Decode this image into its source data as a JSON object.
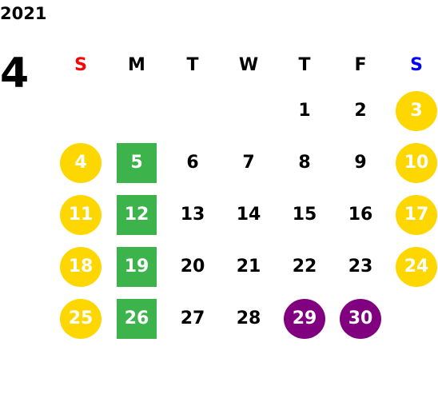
{
  "year": "2021",
  "month": "4",
  "weekdays": [
    {
      "label": "S",
      "color": "#ff0000"
    },
    {
      "label": "M",
      "color": "#000000"
    },
    {
      "label": "T",
      "color": "#000000"
    },
    {
      "label": "W",
      "color": "#000000"
    },
    {
      "label": "T",
      "color": "#000000"
    },
    {
      "label": "F",
      "color": "#000000"
    },
    {
      "label": "S",
      "color": "#0000ff"
    }
  ],
  "colors": {
    "weekend": "#ffd700",
    "monday_highlight": "#3cb44b",
    "special": "#800080"
  },
  "weeks": [
    [
      null,
      null,
      null,
      null,
      {
        "day": "1"
      },
      {
        "day": "2"
      },
      {
        "day": "3",
        "mark": "circle",
        "style": "weekend"
      }
    ],
    [
      {
        "day": "4",
        "mark": "circle",
        "style": "weekend"
      },
      {
        "day": "5",
        "mark": "square",
        "style": "monday_highlight"
      },
      {
        "day": "6"
      },
      {
        "day": "7"
      },
      {
        "day": "8"
      },
      {
        "day": "9"
      },
      {
        "day": "10",
        "mark": "circle",
        "style": "weekend"
      }
    ],
    [
      {
        "day": "11",
        "mark": "circle",
        "style": "weekend"
      },
      {
        "day": "12",
        "mark": "square",
        "style": "monday_highlight"
      },
      {
        "day": "13"
      },
      {
        "day": "14"
      },
      {
        "day": "15"
      },
      {
        "day": "16"
      },
      {
        "day": "17",
        "mark": "circle",
        "style": "weekend"
      }
    ],
    [
      {
        "day": "18",
        "mark": "circle",
        "style": "weekend"
      },
      {
        "day": "19",
        "mark": "square",
        "style": "monday_highlight"
      },
      {
        "day": "20"
      },
      {
        "day": "21"
      },
      {
        "day": "22"
      },
      {
        "day": "23"
      },
      {
        "day": "24",
        "mark": "circle",
        "style": "weekend"
      }
    ],
    [
      {
        "day": "25",
        "mark": "circle",
        "style": "weekend"
      },
      {
        "day": "26",
        "mark": "square",
        "style": "monday_highlight"
      },
      {
        "day": "27"
      },
      {
        "day": "28"
      },
      {
        "day": "29",
        "mark": "circle",
        "style": "special"
      },
      {
        "day": "30",
        "mark": "circle",
        "style": "special"
      },
      null
    ]
  ]
}
